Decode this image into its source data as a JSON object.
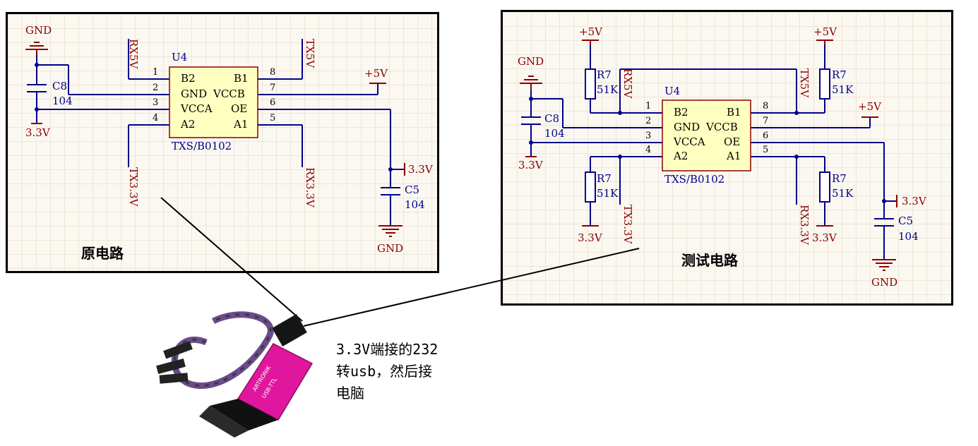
{
  "left": {
    "caption": "原电路",
    "chip": {
      "ref": "U4",
      "name": "TXS/B0102",
      "pins_left": [
        "B2",
        "GND",
        "VCCA",
        "A2"
      ],
      "pins_right": [
        "B1",
        "VCCB",
        "OE",
        "A1"
      ],
      "nums_left": [
        "1",
        "2",
        "3",
        "4"
      ],
      "nums_right": [
        "8",
        "7",
        "6",
        "5"
      ]
    },
    "nets": {
      "rx5v": "RX5V",
      "tx5v": "TX5V",
      "tx33": "TX3.3V",
      "rx33": "RX3.3V",
      "gnd_top": "GND",
      "v33_left": "3.3V",
      "v5": "+5V",
      "v33_right": "3.3V",
      "gnd_bot": "GND"
    },
    "c8": {
      "ref": "C8",
      "val": "104"
    },
    "c5": {
      "ref": "C5",
      "val": "104"
    }
  },
  "right": {
    "caption": "测试电路",
    "chip": {
      "ref": "U4",
      "name": "TXS/B0102",
      "pins_left": [
        "B2",
        "GND",
        "VCCA",
        "A2"
      ],
      "pins_right": [
        "B1",
        "VCCB",
        "OE",
        "A1"
      ],
      "nums_left": [
        "1",
        "2",
        "3",
        "4"
      ],
      "nums_right": [
        "8",
        "7",
        "6",
        "5"
      ]
    },
    "nets": {
      "rx5v": "RX5V",
      "tx5v": "TX5V",
      "tx33": "TX3.3V",
      "rx33": "RX3.3V",
      "gnd_top": "GND",
      "v33_left": "3.3V",
      "v5_tl": "+5V",
      "v5_tr": "+5V",
      "v5_mid": "+5V",
      "v33_bl": "3.3V",
      "v33_br": "3.3V",
      "v33_cap": "3.3V",
      "gnd_bot": "GND"
    },
    "c8": {
      "ref": "C8",
      "val": "104"
    },
    "c5": {
      "ref": "C5",
      "val": "104"
    },
    "resistors": [
      {
        "ref": "R7",
        "val": "51K"
      },
      {
        "ref": "R7",
        "val": "51K"
      },
      {
        "ref": "R7",
        "val": "51K"
      },
      {
        "ref": "R7",
        "val": "51K"
      }
    ]
  },
  "annotation": {
    "line1": "3.3V端接的232",
    "line2": "转usb，然后接",
    "line3": "电脑"
  },
  "device": {
    "text_1": "ARTRONIK",
    "text_2": "USB-TTL"
  },
  "colors": {
    "wire": "#00008b",
    "net": "#8b0000",
    "junction": "#00008b",
    "chip_fill": "#ffffc0",
    "device_body": "#e0169e"
  }
}
